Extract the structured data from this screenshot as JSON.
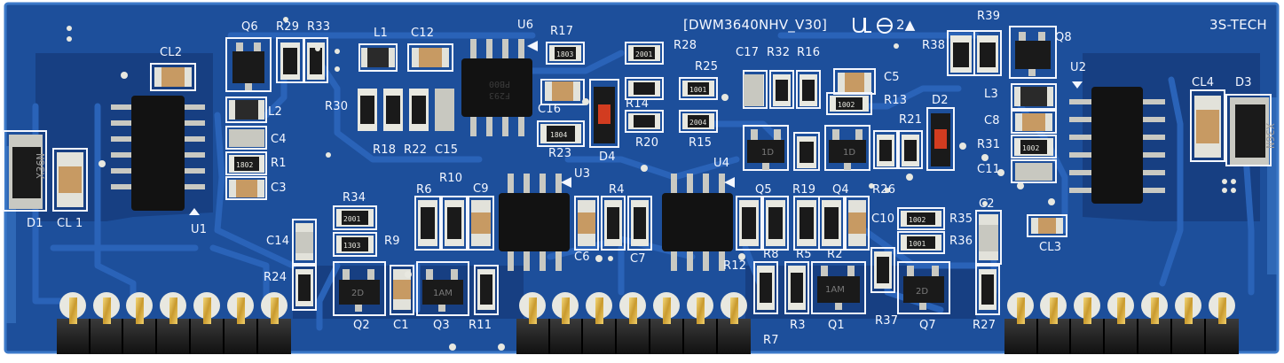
{
  "board": {
    "title": "[DWM3640NHV_V30]",
    "marks": "2▲",
    "brand": "3S-TECH"
  },
  "labels": {
    "Q6": "Q6",
    "R29": "R29",
    "R33": "R33",
    "L1": "L1",
    "C12": "C12",
    "U6": "U6",
    "R17": "R17",
    "R28": "R28",
    "R25": "R25",
    "C17": "C17",
    "R32": "R32",
    "R16": "R16",
    "C5": "C5",
    "R13": "R13",
    "R38": "R38",
    "R39": "R39",
    "Q8": "Q8",
    "U2": "U2",
    "CL4": "CL4",
    "D3": "D3",
    "CL2": "CL2",
    "L2": "L2",
    "C4": "C4",
    "R1": "R1",
    "C3": "C3",
    "U1": "U1",
    "D1": "D1",
    "CL1": "CL 1",
    "R30": "R30",
    "R18": "R18",
    "R22": "R22",
    "C15": "C15",
    "C16": "C16",
    "R14": "R14",
    "R23": "R23",
    "D4": "D4",
    "R20": "R20",
    "R15": "R15",
    "D2": "D2",
    "R21": "R21",
    "L3": "L3",
    "C8": "C8",
    "R31": "R31",
    "C11": "C11",
    "R34": "R34",
    "R6": "R6",
    "R10": "R10",
    "C9": "C9",
    "U3": "U3",
    "R4": "R4",
    "U4": "U4",
    "Q5": "Q5",
    "R19": "R19",
    "Q4": "Q4",
    "R26": "R26",
    "C14": "C14",
    "R9": "R9",
    "C6": "C6",
    "C7": "C7",
    "R12": "R12",
    "R8": "R8",
    "R5": "R5",
    "R2": "R2",
    "C10": "C10",
    "C2": "C2",
    "R35": "R35",
    "R36": "R36",
    "CL3": "CL3",
    "R24": "R24",
    "Q2": "Q2",
    "C1": "C1",
    "Q3": "Q3",
    "R11": "R11",
    "R7": "R7",
    "R3": "R3",
    "Q1": "Q1",
    "R37": "R37",
    "Q7": "Q7",
    "R27": "R27"
  },
  "chip_text": {
    "u6": "F293\nPB00",
    "d1": "X36N",
    "d3": "X36N",
    "r1": "1802",
    "r17": "1803",
    "r28": "2001",
    "r25": "1001",
    "r23": "1804",
    "r15": "2004",
    "r34": "2001",
    "r9": "1303",
    "r13": "1002",
    "r31": "1002",
    "r35": "1002",
    "r36": "1001",
    "q2": "2D",
    "q7": "2D",
    "q1": "1AM",
    "q5": "1D",
    "q4": "1D",
    "q3": "1AM"
  },
  "colors": {
    "board": "#1d4f9b",
    "board_dark": "#173f82",
    "trace": "#2a63b8",
    "edge": "#3c79c8",
    "silk": "#f4f7ff",
    "pad": "#c9c9c2",
    "chip": "#111111",
    "resistor": "#1a1a1a",
    "cap_tan": "#c79a63",
    "cap_gray": "#c8c8c0",
    "gold": "#d8b14a",
    "led_red": "#d23c20"
  }
}
